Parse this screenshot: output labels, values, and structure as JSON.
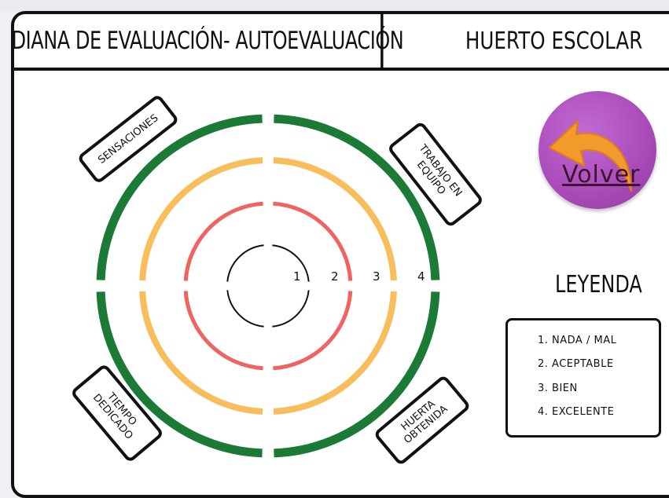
{
  "header": {
    "title": "DIANA DE EVALUACIÓN- AUTOEVALUACIÓN",
    "subject": "HUERTO ESCOLAR"
  },
  "target": {
    "quadrant_labels": {
      "top_left": "SENSACIONES",
      "top_right": "TRABAJO EN EQUIPO",
      "bottom_left": "TIEMPO DEDICADO",
      "bottom_right": "HUERTA OBTENIDA"
    },
    "ring_numbers": [
      "1",
      "2",
      "3",
      "4"
    ],
    "ring_colors": [
      "#111111",
      "#ef6461",
      "#f7be5b",
      "#1b7a36"
    ]
  },
  "volver_button": {
    "label": "Volver",
    "icon": "back-arrow-icon",
    "colors": {
      "circle": "#a94ab8",
      "arrow": "#f39a2d"
    }
  },
  "legend": {
    "title": "LEYENDA",
    "items": [
      "1. NADA / MAL",
      "2. ACEPTABLE",
      "3. BIEN",
      "4. EXCELENTE"
    ]
  }
}
